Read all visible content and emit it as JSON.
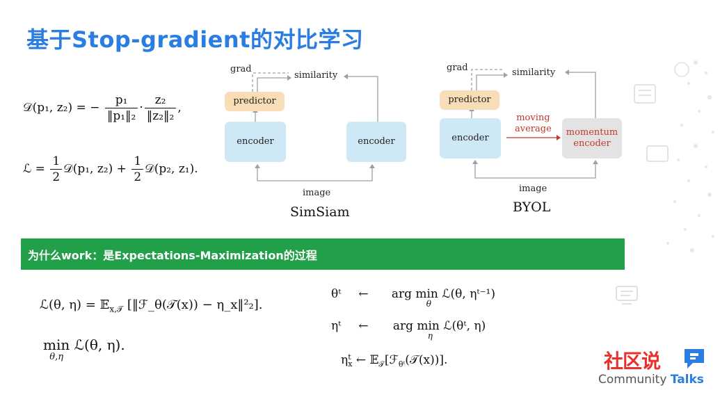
{
  "slide": {
    "title": "基于Stop-gradient的对比学习",
    "banner_text": "为什么work：是Expectations-Maximization的过程",
    "accent_color": "#2a7de1",
    "banner_color": "#22a049"
  },
  "formulas": {
    "D_def_lhs": "𝒟(p₁, z₂) = −",
    "D_num1": "p₁",
    "D_den1": "‖p₁‖₂",
    "D_dot": "·",
    "D_num2": "z₂",
    "D_den2": "‖z₂‖₂",
    "D_tail": ",",
    "L_lhs": "ℒ =",
    "half": "1",
    "two": "2",
    "L_mid": "𝒟(p₁, z₂) +",
    "L_tail": "𝒟(p₂, z₁).",
    "EM_loss": "ℒ(θ, η) = 𝔼",
    "EM_loss_sub": "x,𝒯",
    "EM_loss_body": "[‖ℱ_θ(𝒯(x)) − η_x‖²₂].",
    "min_word": "min",
    "min_sub": "θ,η",
    "min_body": "ℒ(θ, η).",
    "theta_lhs": "θᵗ",
    "arrow": "←",
    "argmin": "arg min",
    "argmin_sub_theta": "θ",
    "theta_rhs": "ℒ(θ, ηᵗ⁻¹)",
    "eta_lhs": "ηᵗ",
    "argmin_sub_eta": "η",
    "eta_rhs": "ℒ(θᵗ, η)",
    "etax_lhs": "η",
    "etax_sub": "x",
    "etax_sup": "t",
    "etax_rhs": "← 𝔼",
    "etax_rhs_sub": "𝒯",
    "etax_body": "[ℱ",
    "etax_body_sub": "θᵗ",
    "etax_body_tail": "(𝒯(x))]."
  },
  "simsiam": {
    "grad": "grad",
    "similarity": "similarity",
    "predictor": "predictor",
    "encoder_left": "encoder",
    "encoder_right": "encoder",
    "image": "image",
    "caption": "SimSiam"
  },
  "byol": {
    "grad": "grad",
    "similarity": "similarity",
    "predictor": "predictor",
    "encoder": "encoder",
    "moving_average": "moving\naverage",
    "momentum_line1": "momentum",
    "momentum_line2": "encoder",
    "image": "image",
    "caption": "BYOL"
  },
  "logo": {
    "cn": "社区说",
    "en_part1": "Community ",
    "en_part2": "Talks"
  }
}
